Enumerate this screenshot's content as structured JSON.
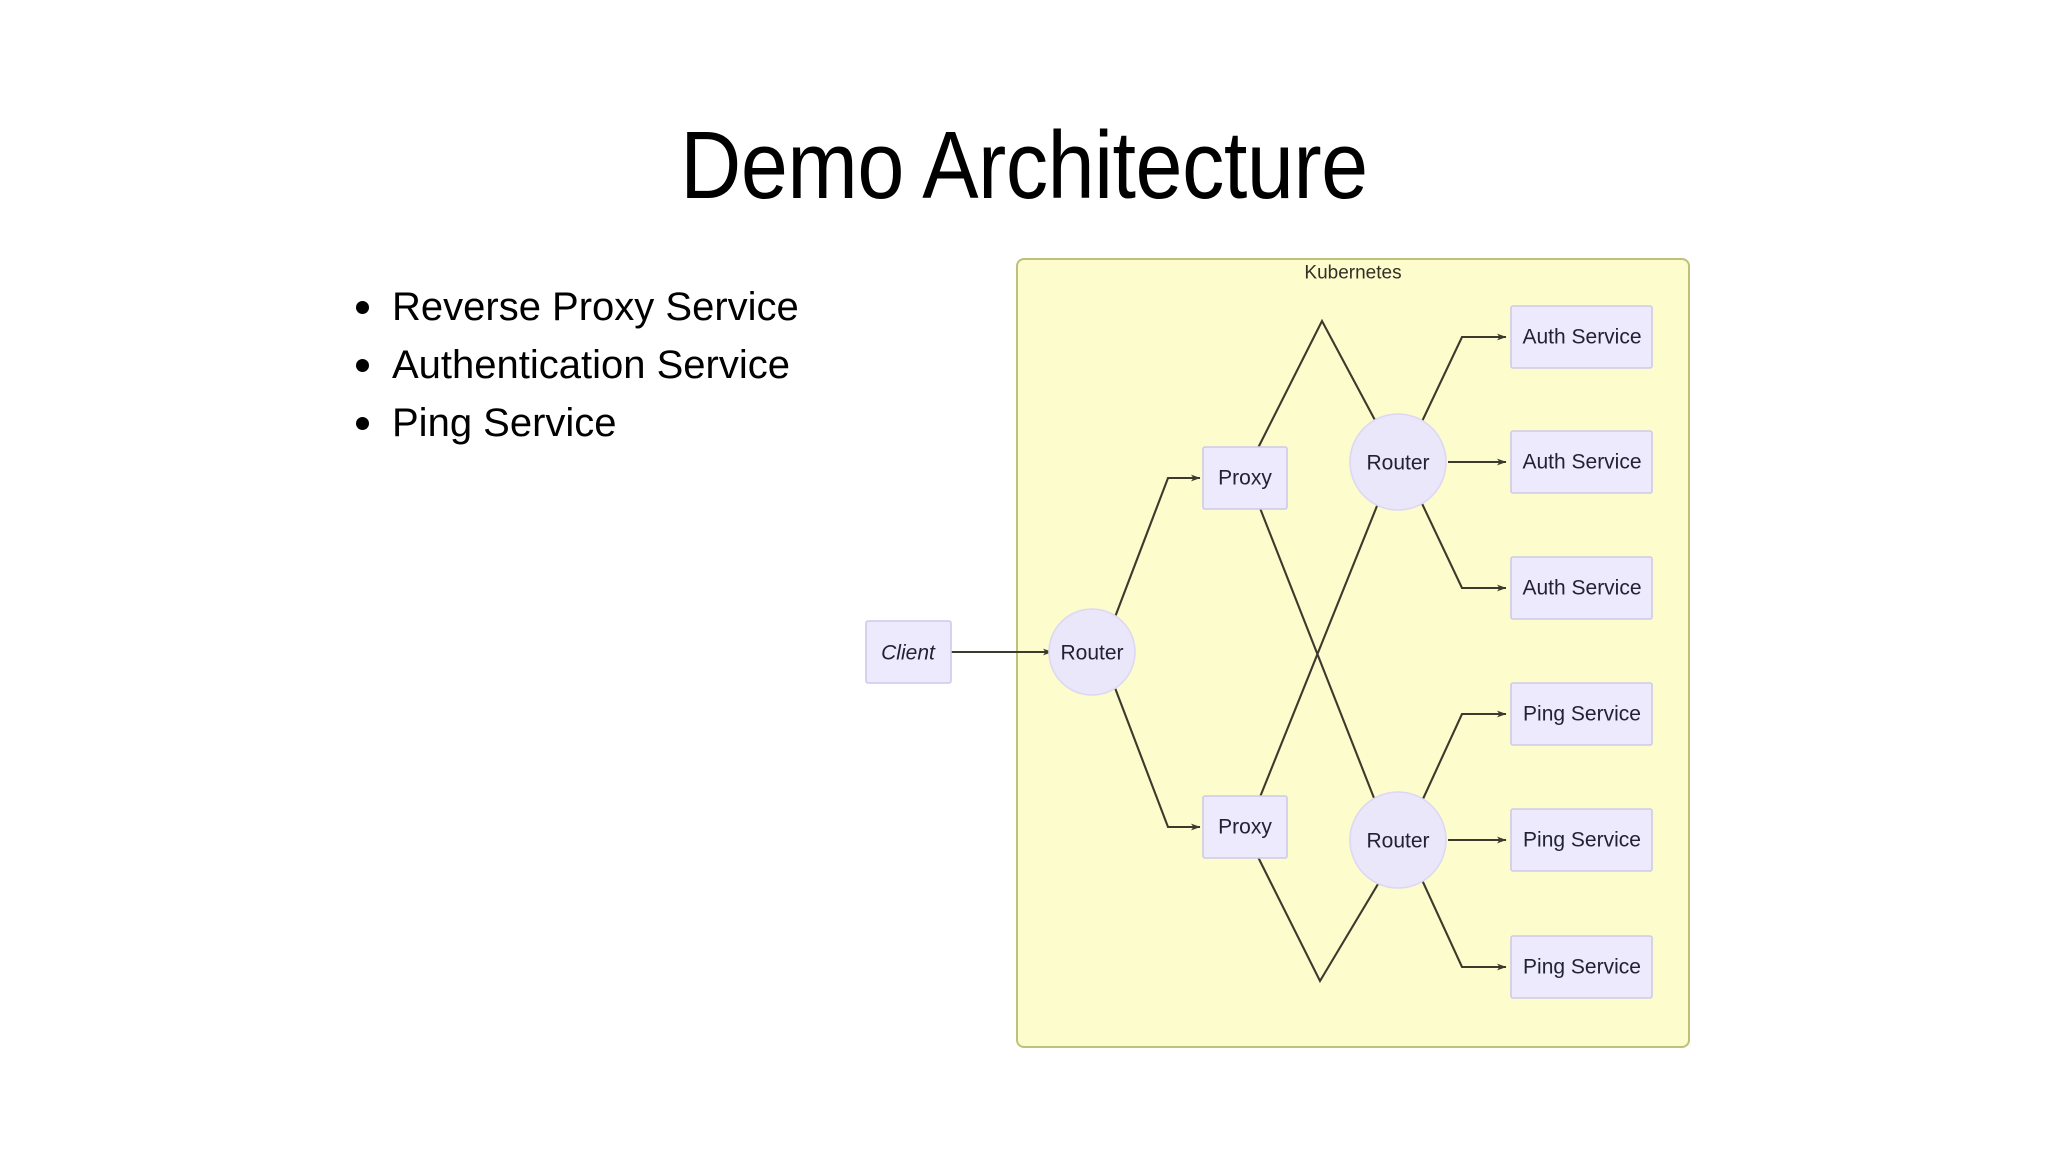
{
  "slide": {
    "title": "Demo Architecture",
    "background_color": "#ffffff"
  },
  "bullets": [
    {
      "label": "Reverse Proxy Service"
    },
    {
      "label": "Authentication Service"
    },
    {
      "label": "Ping Service"
    }
  ],
  "diagram": {
    "type": "flowchart",
    "cluster": {
      "label": "Kubernetes",
      "fill": "#fcfccd",
      "border": "#bdc17a"
    },
    "colors": {
      "node_fill": "#eceafc",
      "node_border": "#cfc9ea",
      "circle_fill": "#ebe7fa",
      "circle_border": "#ded7f3",
      "edge": "#3b3a2c",
      "text": "#232135"
    },
    "nodes": {
      "client": {
        "label": "Client",
        "shape": "rect",
        "italic": true
      },
      "ingress_router": {
        "label": "Router",
        "shape": "circle"
      },
      "proxy_top": {
        "label": "Proxy",
        "shape": "rect"
      },
      "proxy_bottom": {
        "label": "Proxy",
        "shape": "rect"
      },
      "router_auth": {
        "label": "Router",
        "shape": "circle"
      },
      "router_ping": {
        "label": "Router",
        "shape": "circle"
      },
      "auth_1": {
        "label": "Auth Service",
        "shape": "rect"
      },
      "auth_2": {
        "label": "Auth Service",
        "shape": "rect"
      },
      "auth_3": {
        "label": "Auth Service",
        "shape": "rect"
      },
      "ping_1": {
        "label": "Ping Service",
        "shape": "rect"
      },
      "ping_2": {
        "label": "Ping Service",
        "shape": "rect"
      },
      "ping_3": {
        "label": "Ping Service",
        "shape": "rect"
      }
    },
    "edges": [
      {
        "from": "client",
        "to": "ingress_router"
      },
      {
        "from": "ingress_router",
        "to": "proxy_top"
      },
      {
        "from": "ingress_router",
        "to": "proxy_bottom"
      },
      {
        "from": "proxy_top",
        "to": "router_auth"
      },
      {
        "from": "proxy_top",
        "to": "router_ping"
      },
      {
        "from": "proxy_bottom",
        "to": "router_auth"
      },
      {
        "from": "proxy_bottom",
        "to": "router_ping"
      },
      {
        "from": "router_auth",
        "to": "auth_1"
      },
      {
        "from": "router_auth",
        "to": "auth_2"
      },
      {
        "from": "router_auth",
        "to": "auth_3"
      },
      {
        "from": "router_ping",
        "to": "ping_1"
      },
      {
        "from": "router_ping",
        "to": "ping_2"
      },
      {
        "from": "router_ping",
        "to": "ping_3"
      }
    ]
  }
}
